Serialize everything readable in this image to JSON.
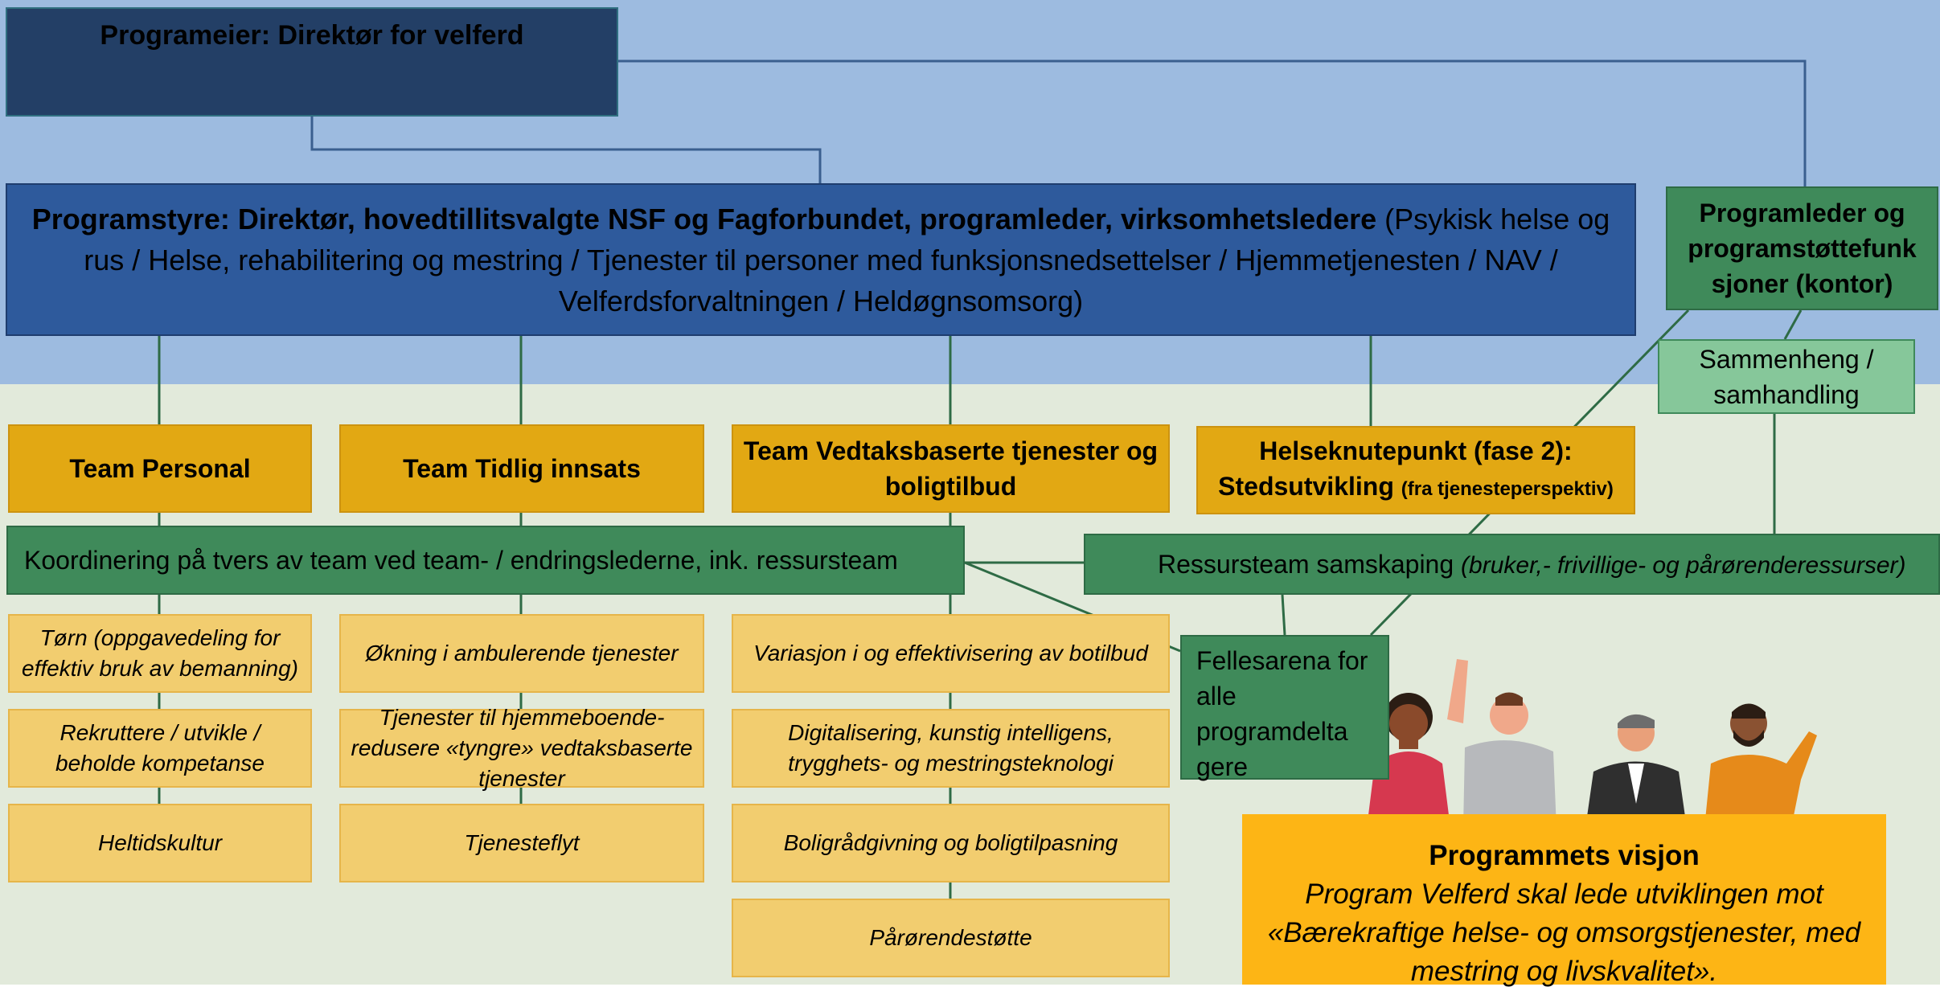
{
  "owner": {
    "label": "Programeier: Direktør for velferd"
  },
  "board": {
    "bold": "Programstyre: Direktør, hovedtillitsvalgte NSF og Fagforbundet, programleder, virksomhetsledere",
    "rest": " (Psykisk helse og rus / Helse, rehabilitering og mestring / Tjenester til personer med funksjonsnedsettelser / Hjemmetjenesten / NAV / Velferdsforvaltningen / Heldøgnsomsorg)"
  },
  "program_leader": {
    "label": "Programleder og programstøttefunk sjoner (kontor)"
  },
  "connection": {
    "label": "Sammenheng / samhandling"
  },
  "teams": [
    {
      "label": "Team Personal"
    },
    {
      "label": "Team Tidlig innsats"
    },
    {
      "label": "Team Vedtaksbaserte tjenester og boligtilbud"
    },
    {
      "label": "Helseknutepunkt (fase 2): Stedsutvikling",
      "sub": "(fra tjenesteperspektiv)"
    }
  ],
  "coordination": {
    "label": "Koordinering på tvers av team ved team- / endringslederne, ink. ressursteam"
  },
  "resource_team": {
    "label": "Ressursteam samskaping ",
    "note": "(bruker,- frivillige- og pårørenderessurser)"
  },
  "common_arena": {
    "label": "Fellesarena for alle programdelta gere"
  },
  "tasks": {
    "personal": [
      "Tørn (oppgavedeling for effektiv bruk av bemanning)",
      "Rekruttere / utvikle / beholde kompetanse",
      "Heltidskultur"
    ],
    "tidlig": [
      "Økning i ambulerende tjenester",
      "Tjenester til hjemmeboende- redusere «tyngre» vedtaksbaserte tjenester",
      "Tjenesteflyt"
    ],
    "vedtak": [
      "Variasjon i og effektivisering av botilbud",
      "Digitalisering, kunstig intelligens, trygghets- og mestringsteknologi",
      "Boligrådgivning og boligtilpasning",
      "Pårørendestøtte"
    ]
  },
  "vision": {
    "title": "Programmets visjon",
    "text": "Program Velferd skal lede utviklingen mot «Bærekraftige helse- og omsorgstjenester, med mestring og livskvalitet»."
  },
  "colors": {
    "top_bg": "#9dbbe0",
    "bottom_bg": "#e2eadb",
    "owner": "#233f66",
    "board": "#2e5a9c",
    "green": "#3f8a5a",
    "light_green": "#86c79a",
    "team": "#e2a813",
    "task": "#f2cd6f",
    "vision": "#fdb515"
  }
}
